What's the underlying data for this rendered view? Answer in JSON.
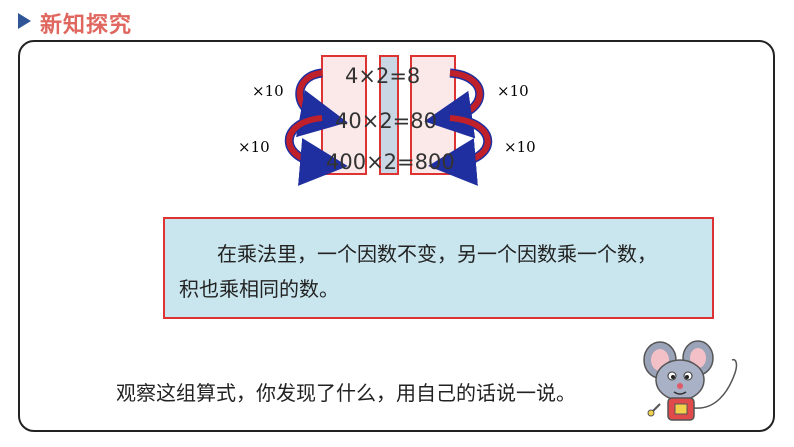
{
  "header": {
    "title": "新知探究"
  },
  "equations": [
    "4×2=8",
    "40×2=80",
    "400×2=800"
  ],
  "multipliers": {
    "left_top": "×10",
    "left_bottom": "×10",
    "right_top": "×10",
    "right_bottom": "×10"
  },
  "rule": {
    "line1": "在乘法里，一个因数不变，另一个因数乘一个数，",
    "line2": "积也乘相同的数。"
  },
  "question": "观察这组算式，你发现了什么，用自己的话说一说。",
  "colors": {
    "accent_title": "#e0675f",
    "box_border": "#dd3333",
    "rule_bg": "#c9e6ef",
    "arrow_red": "#c0202a",
    "arrow_blue": "#1f2f9f"
  }
}
